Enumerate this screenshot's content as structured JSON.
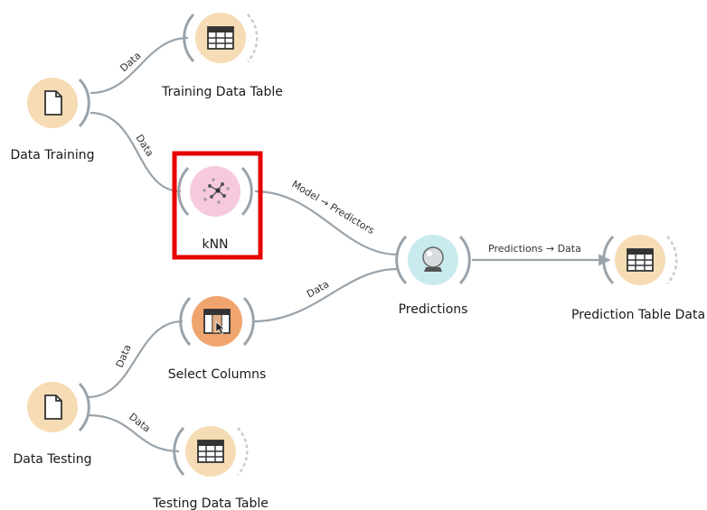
{
  "canvas": {
    "widgets": [
      {
        "id": "data_training",
        "label": "Data Training",
        "icon": "file-icon"
      },
      {
        "id": "training_table",
        "label": "Training Data Table",
        "icon": "table-icon"
      },
      {
        "id": "knn",
        "label": "kNN",
        "icon": "knn-scatter-icon",
        "highlighted": true
      },
      {
        "id": "predictions",
        "label": "Predictions",
        "icon": "crystal-ball-icon"
      },
      {
        "id": "prediction_table",
        "label": "Prediction Table Data",
        "icon": "table-icon"
      },
      {
        "id": "select_columns",
        "label": "Select Columns",
        "icon": "select-columns-icon"
      },
      {
        "id": "data_testing",
        "label": "Data Testing",
        "icon": "file-icon"
      },
      {
        "id": "testing_table",
        "label": "Testing Data Table",
        "icon": "table-icon"
      }
    ],
    "links": [
      {
        "from": "data_training",
        "to": "training_table",
        "label": "Data"
      },
      {
        "from": "data_training",
        "to": "knn",
        "label": "Data"
      },
      {
        "from": "knn",
        "to": "predictions",
        "label": "Model → Predictors"
      },
      {
        "from": "select_columns",
        "to": "predictions",
        "label": "Data"
      },
      {
        "from": "predictions",
        "to": "prediction_table",
        "label": "Predictions → Data"
      },
      {
        "from": "data_testing",
        "to": "select_columns",
        "label": "Data"
      },
      {
        "from": "data_testing",
        "to": "testing_table",
        "label": "Data"
      }
    ]
  },
  "colors": {
    "data_widget": "#f6dcb4",
    "model_widget": "#f6c9dc",
    "eval_widget": "#c9ebee",
    "transform_widget": "#f0a56e",
    "highlight": "#e80000",
    "link": "#9aa3aa"
  }
}
